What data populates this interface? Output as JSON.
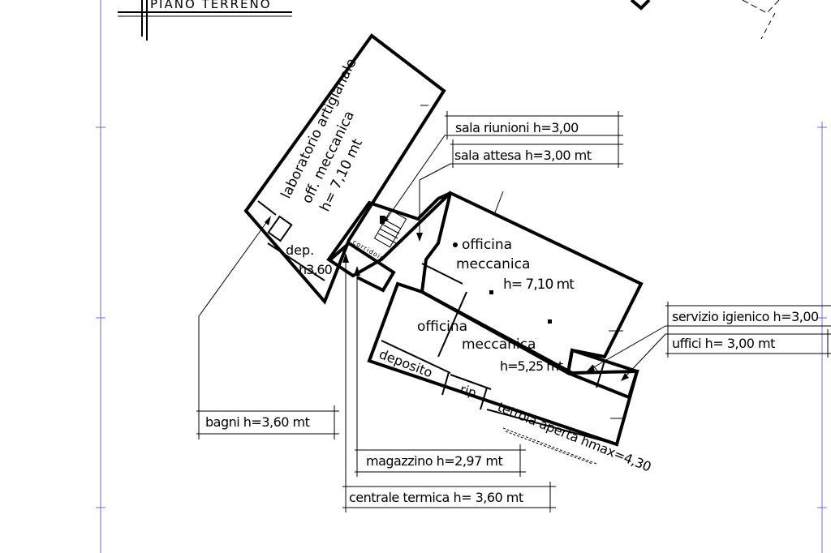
{
  "title": "PIANO TERRENO",
  "rooms": {
    "lab_line1": "laboratorio artigianale",
    "lab_line2": "off. meccanica",
    "lab_line3": "h= 7,10 mt",
    "dep_line1": "dep.",
    "dep_line2": "h3,60",
    "corridoio": "corridoio",
    "off1_line1": "officina",
    "off1_line2": "meccanica",
    "off1_line3": "h= 7,10 mt",
    "off2_line1": "officina",
    "off2_line2": "meccanica",
    "off2_line3": "h=5,25 mt",
    "deposito": "deposito",
    "rip": "rip.",
    "tettoia": "tettoia aperta hmax=4,30"
  },
  "callouts": {
    "sala_riunioni": "sala  riunioni  h=3,00",
    "sala_attesa": "sala attesa h=3,00 mt",
    "servizio_igienico": "servizio igienico h=3,00",
    "uffici": "uffici    h= 3,00 mt",
    "bagni": "bagni    h=3,60 mt",
    "magazzino": "magazzino  h=2,97 mt",
    "centrale_termica": "centrale  termica  h= 3,60 mt"
  }
}
